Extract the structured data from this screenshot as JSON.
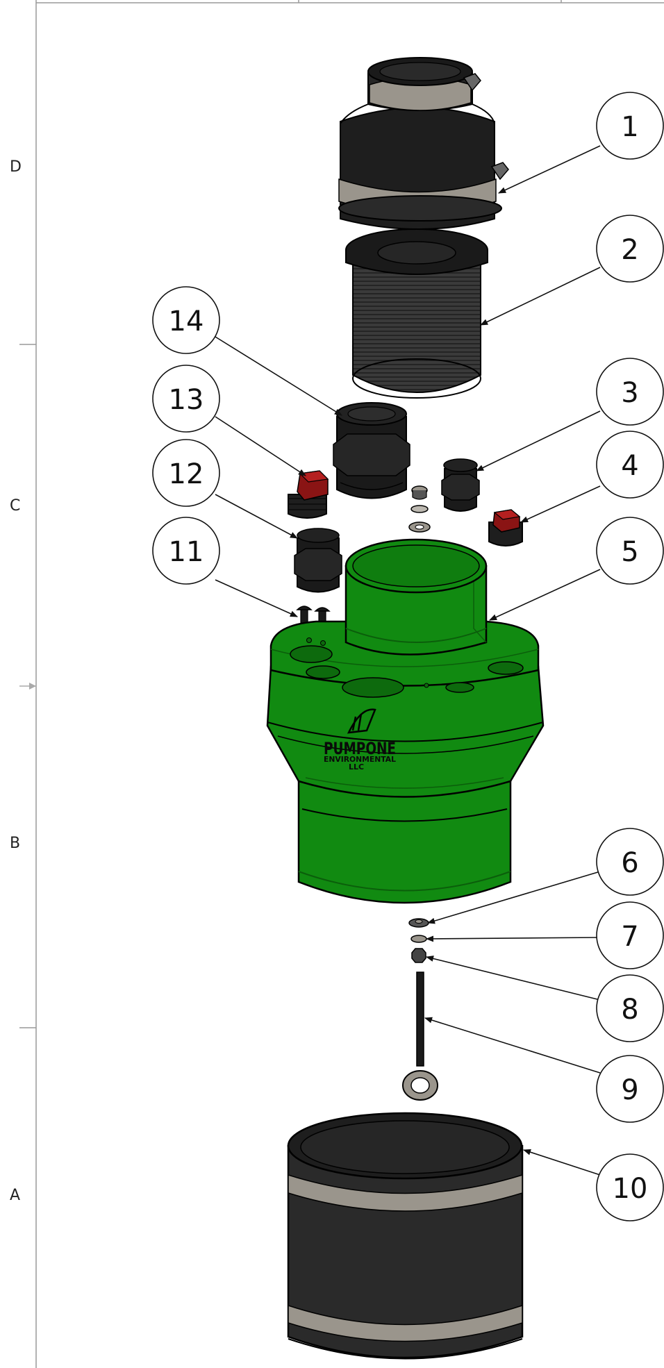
{
  "zones": [
    "D",
    "C",
    "B",
    "A"
  ],
  "balloons": [
    "1",
    "2",
    "3",
    "4",
    "5",
    "6",
    "7",
    "8",
    "9",
    "10",
    "11",
    "12",
    "13",
    "14"
  ],
  "logo": {
    "line1": "PUMPONE",
    "line2": "ENVIRONMENTAL",
    "line3": "LLC"
  },
  "colors": {
    "housing": "#118a11",
    "housing_dark": "#0b5e0b",
    "rubber": "#2a2a2a",
    "band": "#9a958c",
    "plug": "#8a1414",
    "line": "#111111"
  }
}
